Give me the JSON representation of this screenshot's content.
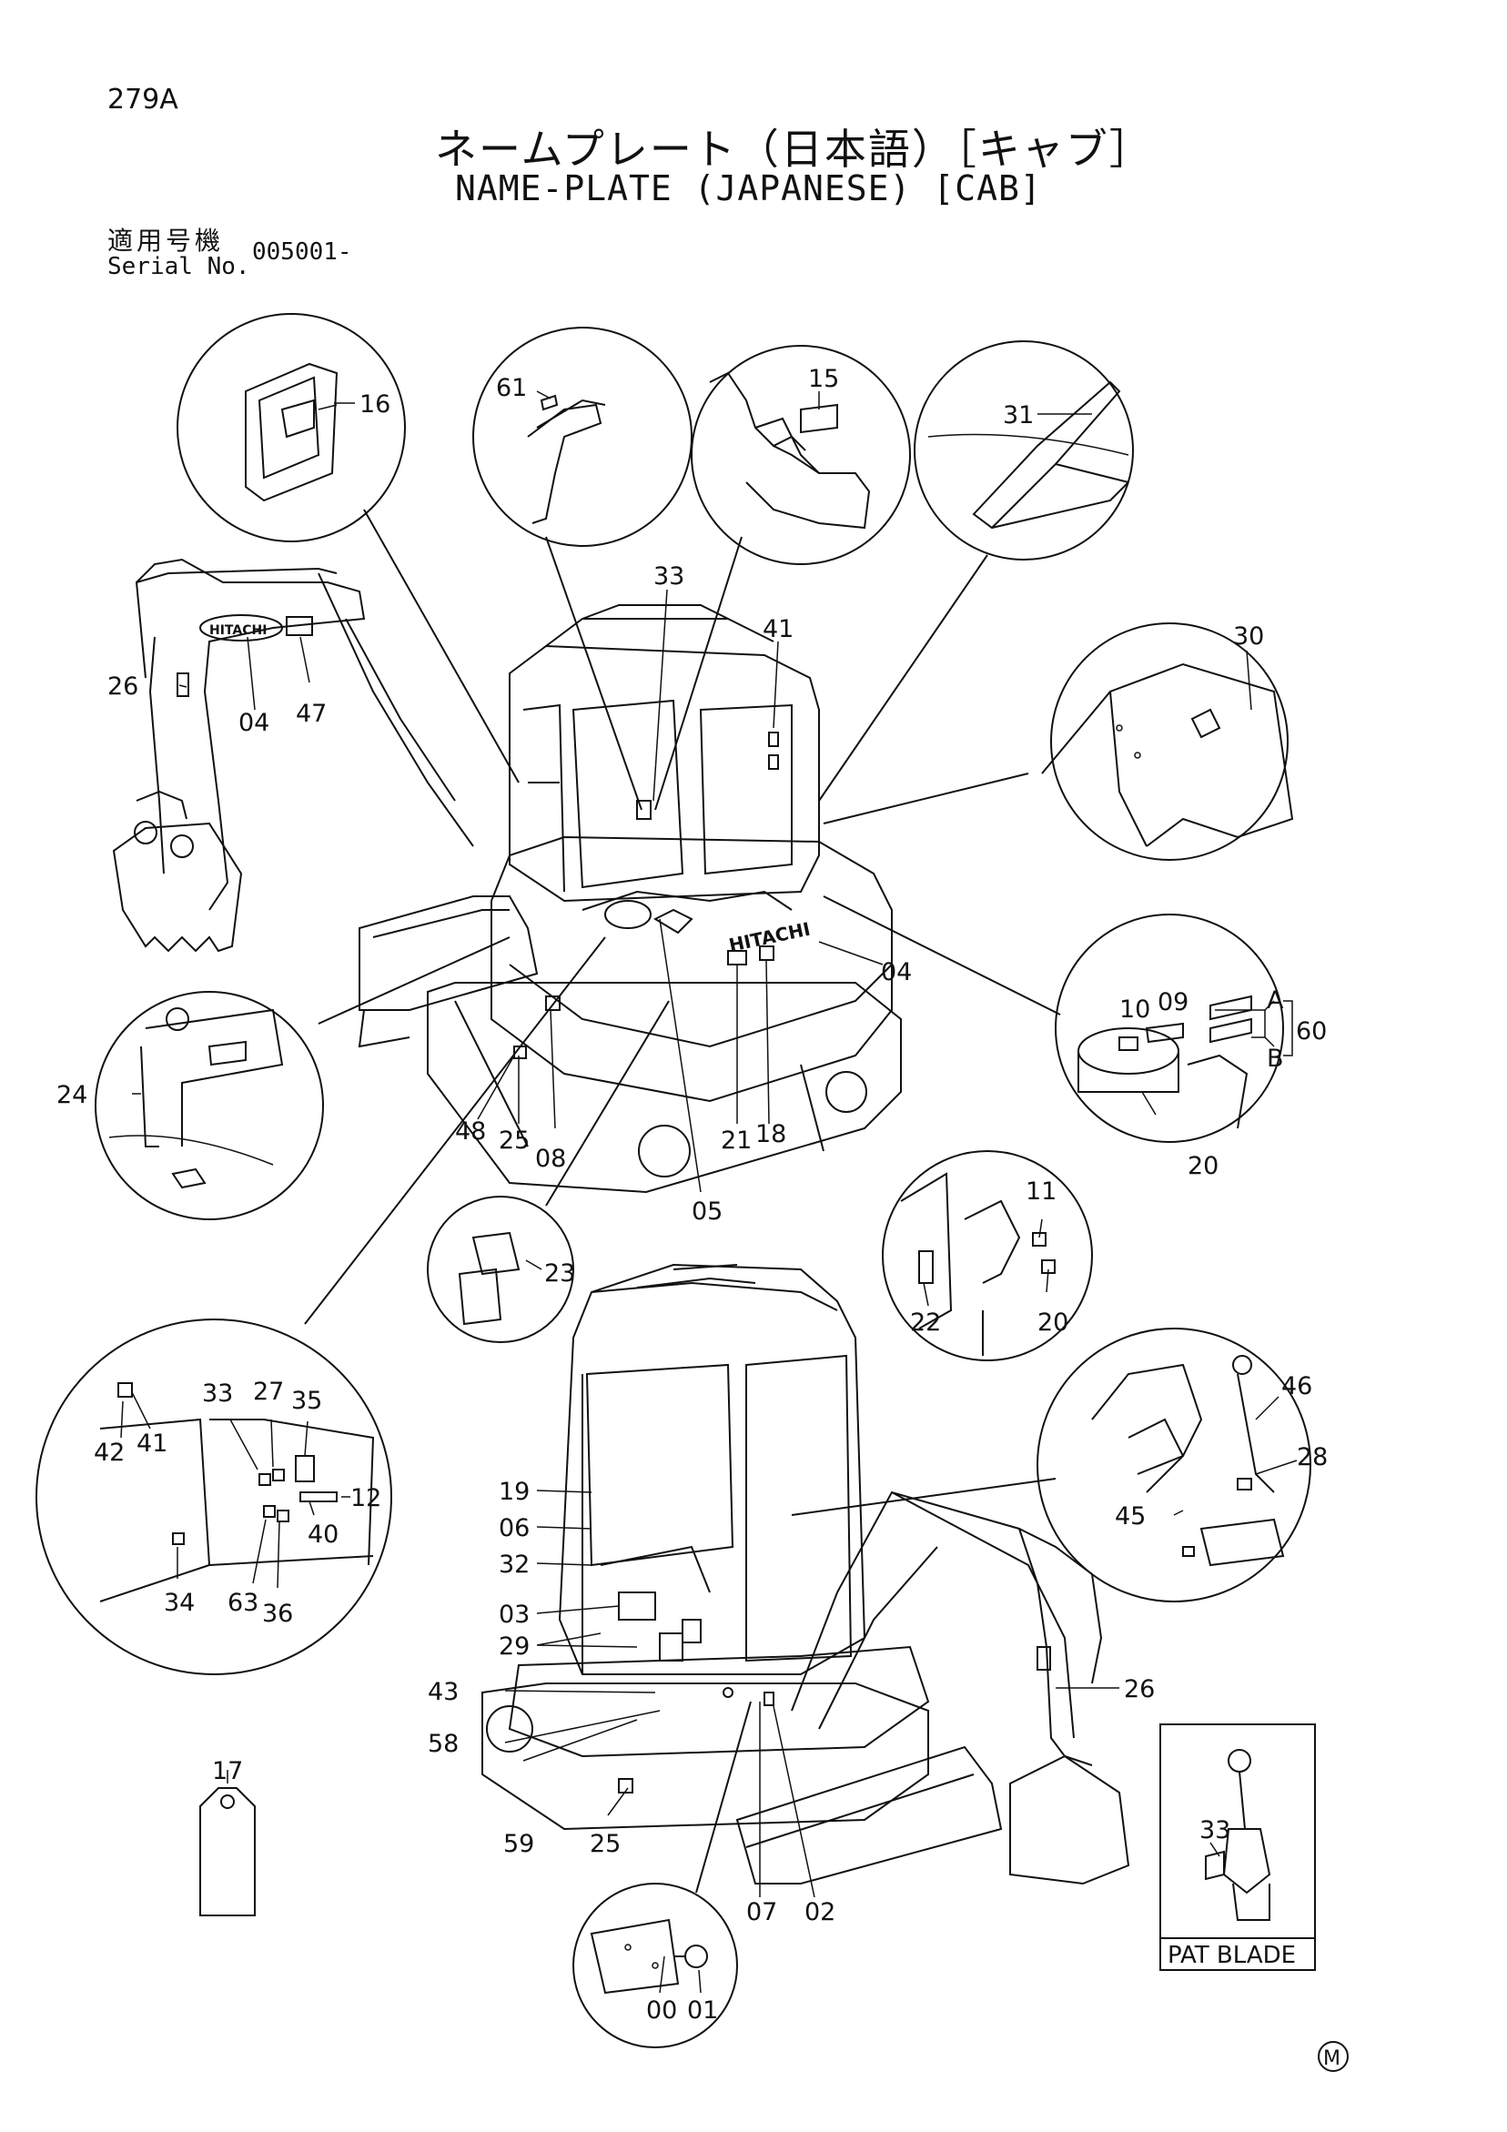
{
  "header": {
    "page_no": "279A",
    "title_jp": "ネームプレート（日本語）［キャブ］",
    "title_en": "NAME-PLATE (JAPANESE) [CAB]",
    "serial_label_jp": "適用号機",
    "serial_label_en": "Serial No.",
    "serial_value": "005001-"
  },
  "labels": {
    "l16": "16",
    "l61": "61",
    "l15": "15",
    "l31": "31",
    "l33a": "33",
    "l41a": "41",
    "l30": "30",
    "l26a": "26",
    "l04a": "04",
    "l47": "47",
    "l04b": "04",
    "l10": "10",
    "l09": "09",
    "lA": "A",
    "lB": "B",
    "l60": "60",
    "l20a": "20",
    "l24": "24",
    "l48": "48",
    "l25a": "25",
    "l08": "08",
    "l21": "21",
    "l18": "18",
    "l05": "05",
    "l23": "23",
    "l11": "11",
    "l22": "22",
    "l20b": "20",
    "l33b": "33",
    "l27": "27",
    "l35": "35",
    "l12": "12",
    "l42": "42",
    "l41b": "41",
    "l40": "40",
    "l34": "34",
    "l63": "63",
    "l36": "36",
    "l46": "46",
    "l28": "28",
    "l45": "45",
    "l19": "19",
    "l06": "06",
    "l32": "32",
    "l03": "03",
    "l29": "29",
    "l43": "43",
    "l58": "58",
    "l59": "59",
    "l25b": "25",
    "l26b": "26",
    "l17": "17",
    "l07": "07",
    "l02": "02",
    "l00": "00",
    "l01": "01",
    "l33c": "33",
    "brand_a": "HITACHI",
    "brand_b": "HITACHI"
  },
  "inset": {
    "title": "PAT BLADE"
  },
  "mark": "M"
}
